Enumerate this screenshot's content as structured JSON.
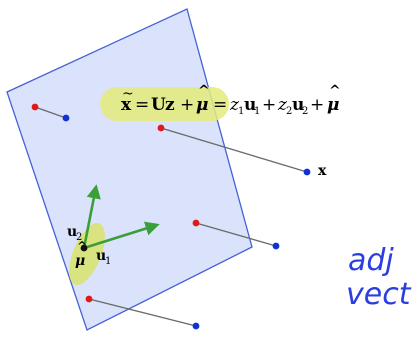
{
  "equation": {
    "lhs_vec": "x",
    "lhs_tilde": "~",
    "eq1": "=",
    "U": "U",
    "z": "z",
    "plus1": "+",
    "mu": "μ",
    "hat": "^",
    "eq2": "=",
    "z1": "z",
    "sub1": "1",
    "u1": "u",
    "u1_sub": "1",
    "plus2": "+",
    "z2": "z",
    "sub2": "2",
    "u2": "u",
    "u2_sub": "2",
    "plus3": "+",
    "mu_end": "μ",
    "hat_end": "^"
  },
  "labels": {
    "x_vec": "x",
    "u2_base": "u",
    "u2_sub": "2",
    "u1_base": "u",
    "u1_sub": "1",
    "mu": "μ",
    "mu_hat": "^"
  },
  "handwritten": {
    "line1": "adj",
    "line2": "vect"
  },
  "colors": {
    "plane_fill": "#dbe2fb",
    "plane_stroke": "#4462d6",
    "highlight": "#e4eb7a",
    "arrow": "#3a9f3a",
    "red_point": "#e01818",
    "blue_point": "#1030d8",
    "segment": "#6a6a6a",
    "handwriting": "#2b3fe0"
  }
}
